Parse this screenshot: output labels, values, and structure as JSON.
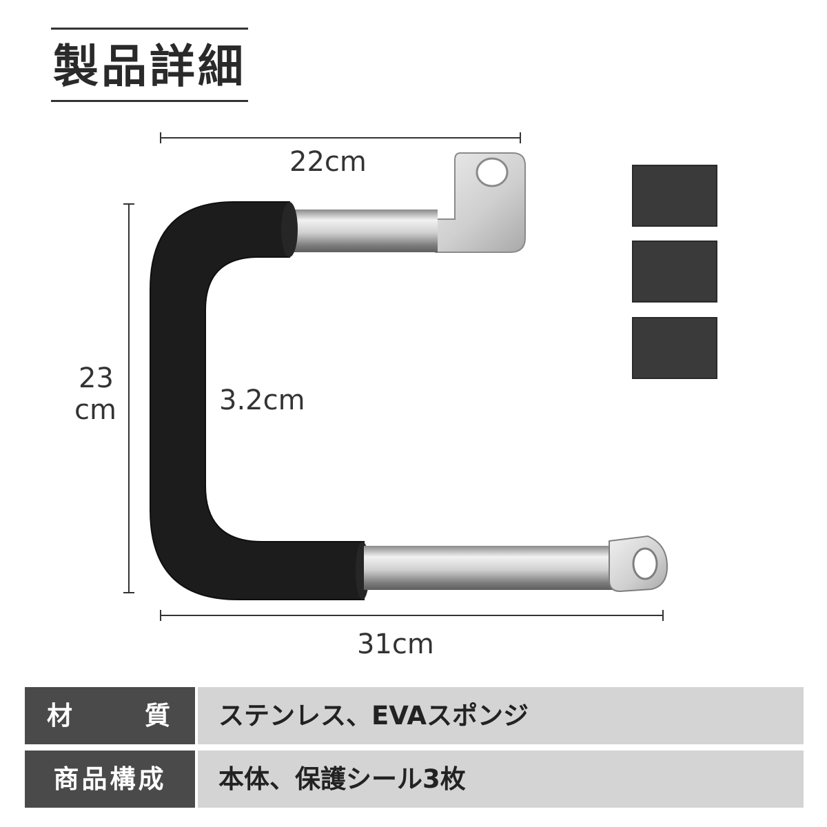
{
  "heading": {
    "title": "製品詳細"
  },
  "dimensions": {
    "width_top": "22cm",
    "height_line1": "23",
    "height_line2": "cm",
    "thickness": "3.2cm",
    "width_bottom": "31cm"
  },
  "colors": {
    "foam": "#1c1c1c",
    "steel_light": "#e4e4e4",
    "steel_dark": "#9a9a9a",
    "pad": "#3a3a3a",
    "key_bg": "#4a4a4a",
    "value_bg": "#d4d4d4"
  },
  "specs": [
    {
      "key": "材　質",
      "value": "ステンレス、EVAスポンジ"
    },
    {
      "key": "商品構成",
      "value": "本体、保護シール3枚"
    }
  ]
}
